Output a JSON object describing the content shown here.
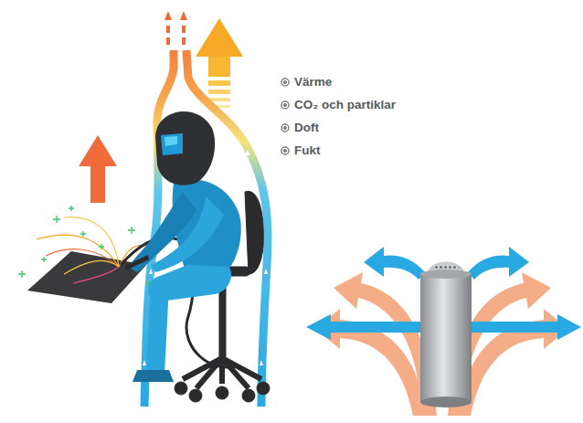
{
  "diagram": {
    "labels": [
      "Värme",
      "CO₂ och partiklar",
      "Doft",
      "Fukt"
    ]
  }
}
